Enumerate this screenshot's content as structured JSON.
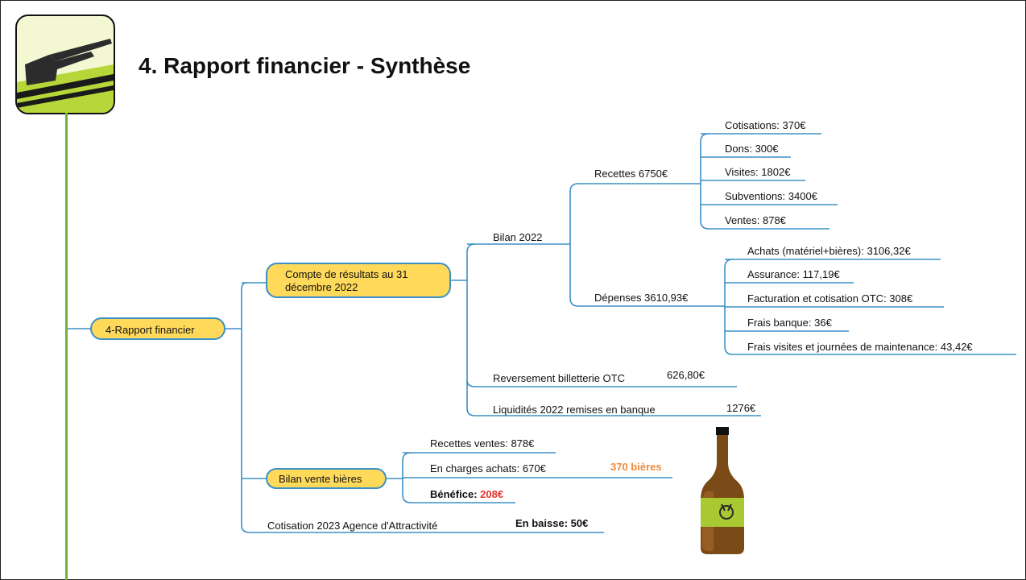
{
  "title": "4. Rapport financier - Synthèse",
  "root": "4-Rapport financier",
  "compte": "Compte de résultats au 31 décembre 2022",
  "compte_line1": "Compte de résultats au 31",
  "compte_line2": "décembre 2022",
  "bilan": "Bilan 2022",
  "recettes": {
    "label": "Recettes 6750€",
    "items": [
      "Cotisations: 370€",
      "Dons: 300€",
      "Visites: 1802€",
      "Subventions: 3400€",
      "Ventes: 878€"
    ]
  },
  "depenses": {
    "label": "Dépenses 3610,93€",
    "items": [
      "Achats (matériel+bières): 3106,32€",
      "Assurance: 117,19€",
      "Facturation et cotisation OTC: 308€",
      "Frais banque: 36€",
      "Frais visites et journées de maintenance: 43,42€"
    ]
  },
  "reversement": {
    "label": "Reversement billetterie OTC",
    "value": "626,80€"
  },
  "liquidites": {
    "label": "Liquidités 2022 remises en banque",
    "value": "1276€"
  },
  "bieres": {
    "label": "Bilan vente bières",
    "recettes": "Recettes ventes: 878€",
    "charges": "En charges achats: 670€",
    "charges_note": "370 bières",
    "benefice_label": "Bénéfice: ",
    "benefice_value": "208€"
  },
  "cotisation": {
    "label": "Cotisation 2023 Agence d'Attractivité",
    "value": "En baisse: 50€"
  },
  "colors": {
    "link": "#3b91c7",
    "pill": "#ffd95a",
    "vline": "#6fb33a",
    "accent_orange": "#f08a3a",
    "accent_red": "#e5322d"
  }
}
